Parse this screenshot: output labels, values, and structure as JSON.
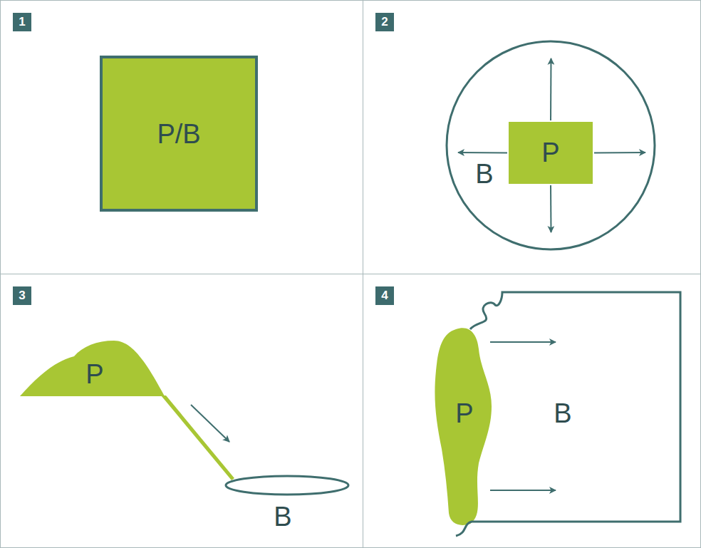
{
  "diagram": {
    "nodes": [
      {
        "text": [
          "P/B"
        ]
      },
      {
        "text": [
          "B"
        ]
      },
      {
        "text": [
          "P"
        ],
        "in": 1
      },
      {
        "text": [
          "P"
        ]
      },
      {
        "text": [
          "B"
        ]
      },
      {
        "text": [
          "P"
        ]
      },
      {
        "text": [
          "B"
        ]
      }
    ],
    "edges": [
      {
        "from": 2,
        "to": 1,
        "arrow": "to"
      },
      {
        "from": 2,
        "to": 1,
        "arrow": "to"
      },
      {
        "from": 2,
        "to": 1,
        "arrow": "to"
      },
      {
        "from": 2,
        "to": 1,
        "arrow": "to"
      },
      {
        "from": 3,
        "to": 4,
        "arrow": "to"
      },
      {
        "from": 5,
        "to": 6,
        "arrow": "to"
      },
      {
        "from": 5,
        "to": 6,
        "arrow": "to"
      }
    ],
    "labels": [
      "1",
      "2",
      "3",
      "4"
    ]
  }
}
